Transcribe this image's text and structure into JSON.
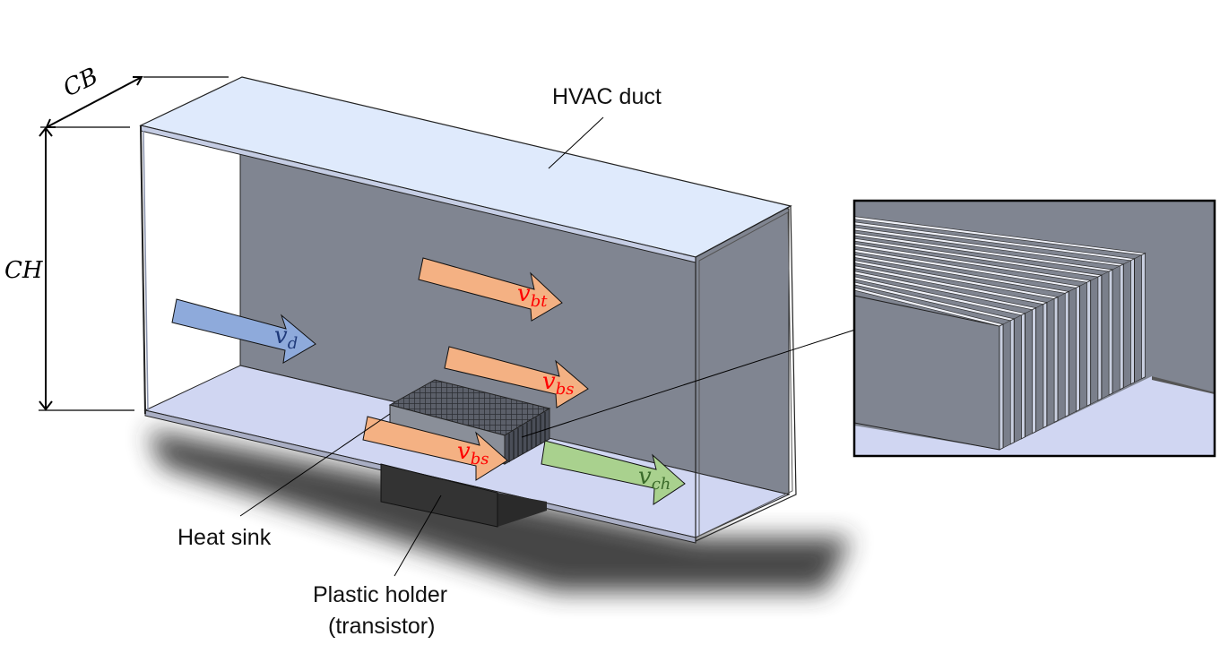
{
  "diagram": {
    "labels": {
      "duct": "HVAC duct",
      "heat_sink": "Heat sink",
      "holder_line1": "Plastic holder",
      "holder_line2": "(transistor)"
    },
    "dimensions": {
      "width": {
        "main": "C",
        "second": "B"
      },
      "height": {
        "main": "C",
        "second": "H"
      }
    },
    "velocities": [
      {
        "id": "vd",
        "base": "v",
        "sub": "d",
        "color": "#1f3a7a",
        "fill": "#8eaadb"
      },
      {
        "id": "vbt",
        "base": "v",
        "sub": "bt",
        "color": "#ff0000",
        "fill": "#f4b183"
      },
      {
        "id": "vbs_top",
        "base": "v",
        "sub": "bs",
        "color": "#ff0000",
        "fill": "#f4b183"
      },
      {
        "id": "vbs_bottom",
        "base": "v",
        "sub": "bs",
        "color": "#ff0000",
        "fill": "#f4b183"
      },
      {
        "id": "vch",
        "base": "v",
        "sub": "ch",
        "color": "#3a6b2a",
        "fill": "#a9d18e"
      }
    ],
    "colors": {
      "duct_top": "#dfeafc",
      "duct_back": "#808591",
      "duct_floor": "#d0d6f2",
      "holder": "#2f2f2f",
      "shadow": "#3a3a3a"
    }
  }
}
